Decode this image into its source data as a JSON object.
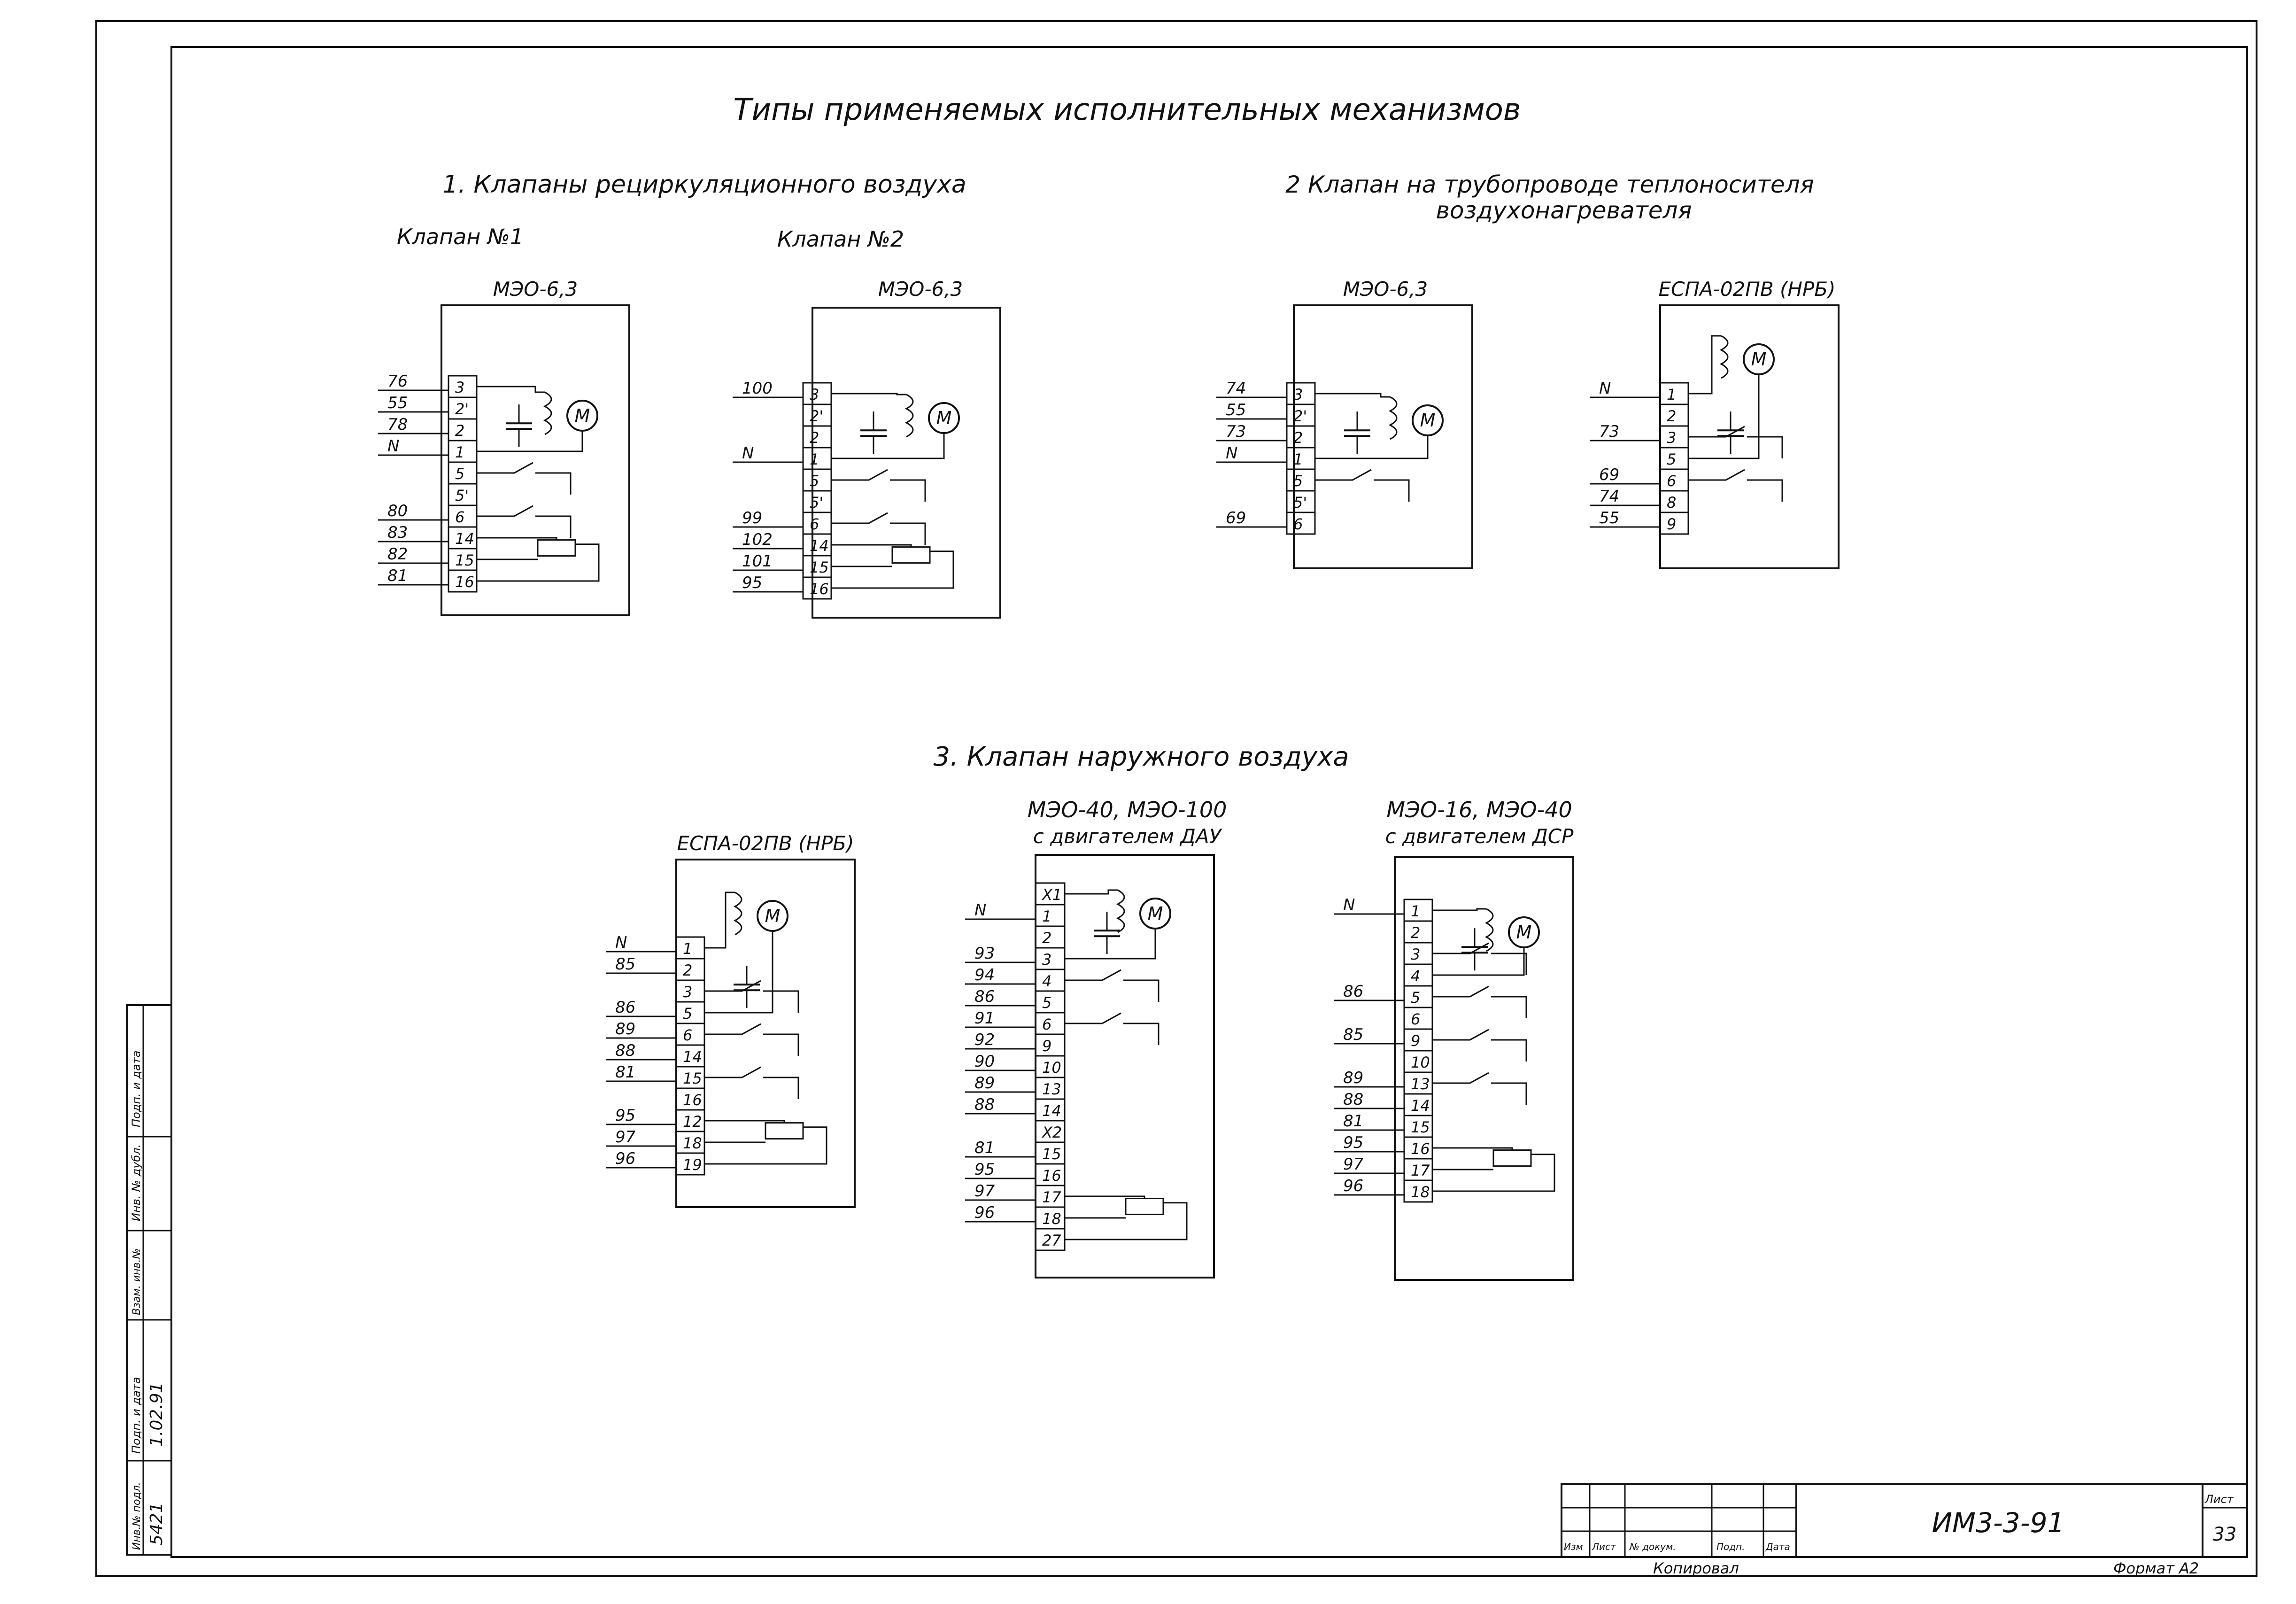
{
  "title": "Типы применяемых исполнительных механизмов",
  "sections": {
    "s1": "1. Клапаны рециркуляционного воздуха",
    "s2_line1": "2 Клапан на трубопроводе теплоносителя",
    "s2_line2": "воздухонагревателя",
    "s3": "3. Клапан наружного воздуха"
  },
  "motor_symbol": "M",
  "devices": [
    {
      "id": "d1",
      "caption": "Клапан №1",
      "model": "МЭО-6,3",
      "terminals": [
        "3",
        "2'",
        "2",
        "1",
        "5",
        "5'",
        "6",
        "14",
        "15",
        "16"
      ],
      "wires": {
        "0": "76",
        "1": "55",
        "2": "78",
        "3": "N",
        "6": "80",
        "7": "83",
        "8": "82",
        "9": "81"
      }
    },
    {
      "id": "d2",
      "caption": "Клапан №2",
      "model": "МЭО-6,3",
      "terminals": [
        "3",
        "2'",
        "2",
        "1",
        "5",
        "5'",
        "6",
        "14",
        "15",
        "16"
      ],
      "wires": {
        "0": "100",
        "3": "N",
        "6": "99",
        "7": "102",
        "8": "101",
        "9": "95"
      }
    },
    {
      "id": "d3",
      "caption": "",
      "model": "МЭО-6,3",
      "terminals": [
        "3",
        "2'",
        "2",
        "1",
        "5",
        "5'",
        "6"
      ],
      "wires": {
        "0": "74",
        "1": "55",
        "2": "73",
        "3": "N",
        "6": "69"
      }
    },
    {
      "id": "d4",
      "caption": "",
      "model": "ЕСПА-02ПВ (НРБ)",
      "terminals": [
        "1",
        "2",
        "3",
        "5",
        "6",
        "8",
        "9"
      ],
      "wires": {
        "0": "N",
        "2": "73",
        "4": "69",
        "5": "74",
        "6": "55"
      }
    },
    {
      "id": "d5",
      "caption": "",
      "model": "ЕСПА-02ПВ (НРБ)",
      "terminals": [
        "1",
        "2",
        "3",
        "5",
        "6",
        "14",
        "15",
        "16",
        "12",
        "18",
        "19"
      ],
      "wires": {
        "0": "N",
        "1": "85",
        "3": "86",
        "4": "89",
        "5": "88",
        "6": "81",
        "8": "95",
        "9": "97",
        "10": "96"
      }
    },
    {
      "id": "d6",
      "caption": "МЭО-40, МЭО-100",
      "model": "с двигателем ДАУ",
      "terminals": [
        "X1",
        "1",
        "2",
        "3",
        "4",
        "5",
        "6",
        "9",
        "10",
        "13",
        "14",
        "X2",
        "15",
        "16",
        "17",
        "18",
        "27"
      ],
      "wires": {
        "1": "N",
        "3": "93",
        "4": "94",
        "5": "86",
        "6": "91",
        "7": "92",
        "8": "90",
        "9": "89",
        "10": "88",
        "12": "81",
        "13": "95",
        "14": "97",
        "15": "96"
      }
    },
    {
      "id": "d7",
      "caption": "МЭО-16, МЭО-40",
      "model": "с двигателем ДСР",
      "terminals": [
        "1",
        "2",
        "3",
        "4",
        "5",
        "6",
        "9",
        "10",
        "13",
        "14",
        "15",
        "16",
        "17",
        "18"
      ],
      "wires": {
        "0": "N",
        "4": "86",
        "6": "85",
        "8": "89",
        "9": "88",
        "10": "81",
        "11": "95",
        "12": "97",
        "13": "96"
      }
    }
  ],
  "title_block": {
    "doc_code": "ИМ3-3-91",
    "sheet_label": "Лист",
    "sheet_number": "33",
    "columns": [
      "Изм",
      "Лист",
      "№ докум.",
      "Подп.",
      "Дата"
    ],
    "copied": "Копировал",
    "format": "Формат А2"
  },
  "side_stamp": [
    "Инв.№ подл.",
    "Подп. и дата",
    "Взам. инв.№",
    "Инв. № дубл.",
    "Подп. и дата"
  ],
  "side_stamp_values": [
    "5421",
    "1.02.91"
  ]
}
